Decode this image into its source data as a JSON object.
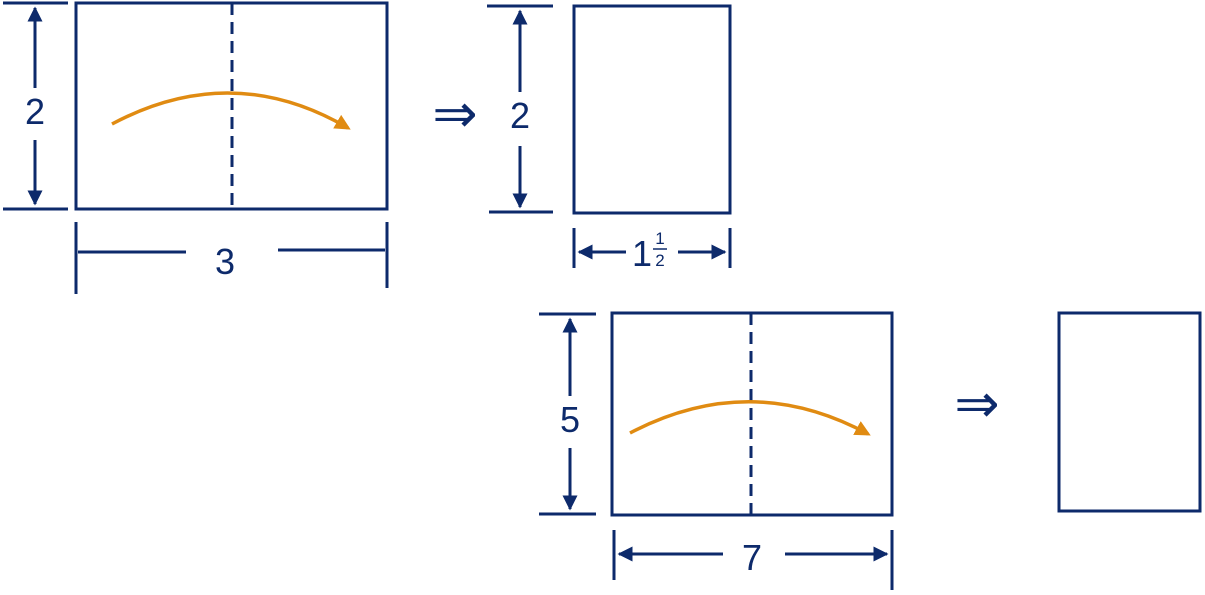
{
  "colors": {
    "line": "#0d2a6b",
    "curve": "#e08b12",
    "background": "#ffffff"
  },
  "example": {
    "height_label": "2",
    "width_label": "3",
    "result_height_label": "2",
    "result_width_whole": "1",
    "result_width_numerator": "1",
    "result_width_denominator": "2"
  },
  "problem": {
    "height_label": "5",
    "width_label": "7"
  },
  "implies_symbol": "⇒"
}
